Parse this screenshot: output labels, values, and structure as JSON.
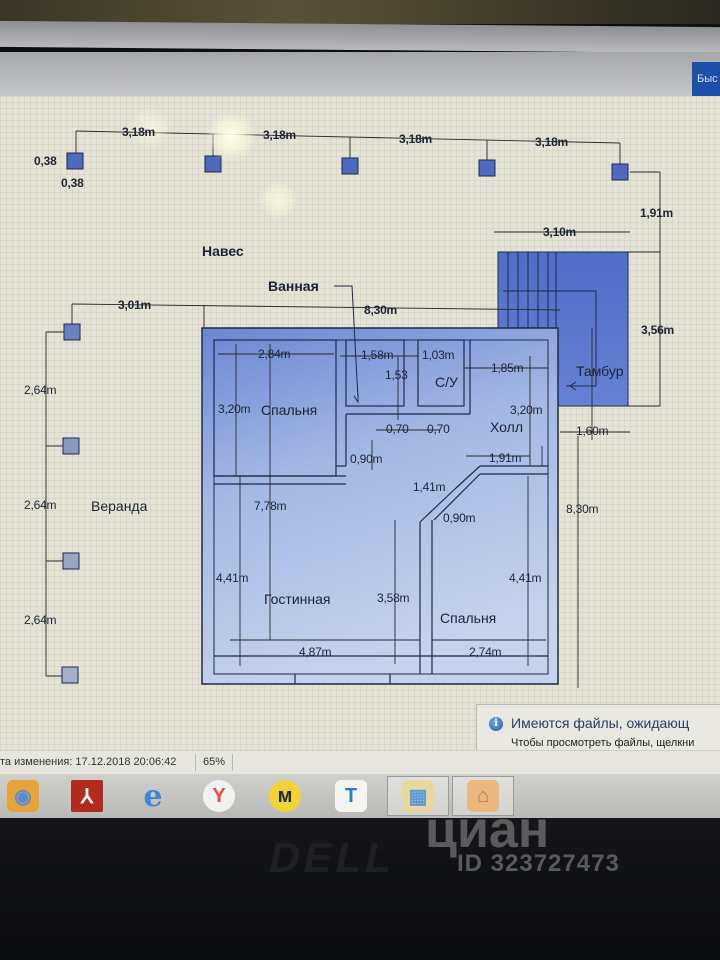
{
  "window": {
    "top_button_label": "Быс"
  },
  "plan": {
    "colors": {
      "house_fill": "#6f8fd8",
      "house_fill_light": "#b8c8e8",
      "wall_stroke": "#1e2a48",
      "column_fill": "#4f68c0",
      "column_fill_light": "#8a98c0",
      "dim_line": "#2a2a2a"
    },
    "room_labels": {
      "canopy": "Навес",
      "bathroom": "Ванная",
      "bedroom_top": "Спальня",
      "toilet": "С/У",
      "vestibule": "Тамбур",
      "hall": "Холл",
      "veranda": "Веранда",
      "living_room": "Гостинная",
      "bedroom_bottom": "Спальня"
    },
    "dimensions": {
      "column_size_h": "0,38",
      "column_size_w": "0,38",
      "top_span_1": "3,18m",
      "top_span_2": "3,18m",
      "top_span_3": "3,18m",
      "top_span_4": "3,18m",
      "right_offset": "1,91m",
      "vestibule_width": "3,10m",
      "vestibule_height": "3,56m",
      "veranda_offset": "3,01m",
      "house_width": "8,30m",
      "house_height": "8,30m",
      "veranda_span_1": "2,64m",
      "veranda_span_2": "2,64m",
      "veranda_span_3": "2,64m",
      "bedroom_top_width": "2,84m",
      "bedroom_top_height": "3,20m",
      "bathroom_width": "1,58m",
      "bathroom_height": "1,53",
      "toilet_width": "1,03m",
      "hall_width": "1,85m",
      "hall_height": "3,20m",
      "vestibule_step": "1,60m",
      "door_1": "0,70",
      "door_2": "0,70",
      "corridor_width": "0,90m",
      "diag_1": "1,41m",
      "diag_2": "0,90m",
      "hall_lower_width": "1,91m",
      "living_height": "7,78m",
      "living_left_height": "4,41m",
      "living_inner_height": "3,58m",
      "bedroom_bottom_height": "4,41m",
      "living_width": "4,87m",
      "bedroom_bottom_width": "2,74m"
    }
  },
  "notification": {
    "title": "Имеются файлы, ожидающ",
    "body": "Чтобы просмотреть файлы, щелкни"
  },
  "statusbar": {
    "modified": "та изменения: 17.12.2018 20:06:42",
    "zoom": "65%"
  },
  "taskbar": {
    "items": [
      {
        "name": "app-orange",
        "glyph": "◉",
        "color": "#e8a23a"
      },
      {
        "name": "acrobat-reader",
        "glyph": "⅄",
        "color": "#b22a20"
      },
      {
        "name": "internet-explorer",
        "glyph": "e",
        "color": "#3a8ad8"
      },
      {
        "name": "yandex-browser",
        "glyph": "Y",
        "color": "#e05050"
      },
      {
        "name": "yandex-market",
        "glyph": "м",
        "color": "#f2d23a"
      },
      {
        "name": "app-blue",
        "glyph": "T",
        "color": "#2a7ad0"
      },
      {
        "name": "floor-plan-app",
        "glyph": "▦",
        "color": "#d8c07a"
      },
      {
        "name": "app-orange-2",
        "glyph": "⌂",
        "color": "#e0a060"
      }
    ]
  },
  "watermark": {
    "brand": "циан",
    "id_label": "ID 323727473"
  },
  "device": {
    "brand": "DELL"
  }
}
